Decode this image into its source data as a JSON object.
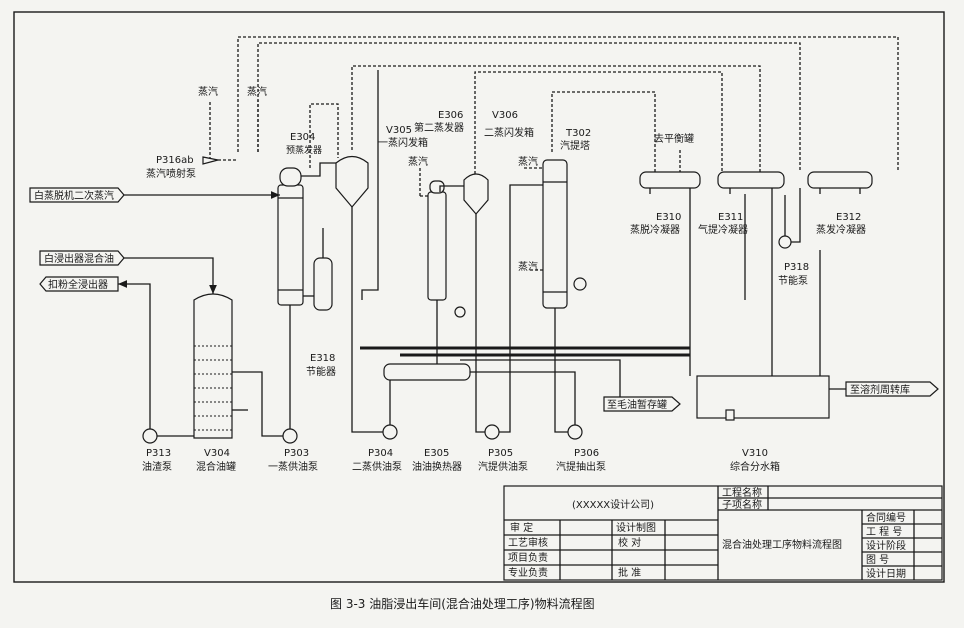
{
  "streams": {
    "white_distillation_secondary_steam": "白蒸脱机二次蒸汽",
    "white_extractor_mixed_oil": "白浸出器混合油",
    "to_whole_extractor": "扣粉全浸出器",
    "to_crude_oil_tank": "至毛油暂存罐",
    "to_solvent_tank": "至溶剂周转库"
  },
  "steam_labels": [
    "蒸汽",
    "蒸汽",
    "蒸汽",
    "蒸汽",
    "蒸汽"
  ],
  "equipment": {
    "p316ab_tag": "P316ab",
    "p316ab_name": "蒸汽喷射泵",
    "e304_tag": "E304",
    "e304_name": "预蒸发器",
    "v305_tag": "V305",
    "v305_name": "一蒸闪发箱",
    "e306_tag": "E306",
    "e306_name": "第二蒸发器",
    "v306_tag": "V306",
    "v306_name": "二蒸闪发箱",
    "t302_tag": "T302",
    "t302_name": "汽提塔",
    "balance_tank": "去平衡罐",
    "e310_tag": "E310",
    "e310_name": "蒸脱冷凝器",
    "e311_tag": "E311",
    "e311_name": "气提冷凝器",
    "e312_tag": "E312",
    "e312_name": "蒸发冷凝器",
    "p318_tag": "P318",
    "p318_name": "节能泵",
    "e318_tag": "E318",
    "e318_name": "节能器",
    "p313_tag": "P313",
    "p313_name": "油渣泵",
    "v304_tag": "V304",
    "v304_name": "混合油罐",
    "p303_tag": "P303",
    "p303_name": "一蒸供油泵",
    "p304_tag": "P304",
    "p304_name": "二蒸供油泵",
    "e305_tag": "E305",
    "e305_name": "油油换热器",
    "p305_tag": "P305",
    "p305_name": "汽提供油泵",
    "p306_tag": "P306",
    "p306_name": "汽提抽出泵",
    "v310_tag": "V310",
    "v310_name": "综合分水箱"
  },
  "title_block": {
    "company": "(XXXXX设计公司)",
    "project_name": "工程名称",
    "subitem_name": "子项名称",
    "approve": "审    定",
    "design_drawing": "设计制图",
    "process_review": "工艺审核",
    "check": "校    对",
    "project_lead": "项目负责",
    "specialty_lead": "专业负责",
    "ratify": "批    准",
    "drawing_title": "混合油处理工序物料流程图",
    "contract_no": "合同编号",
    "project_no": "工 程 号",
    "design_stage": "设计阶段",
    "drawing_no": "图    号",
    "design_date": "设计日期"
  },
  "caption": "图 3-3    油脂浸出车间(混合油处理工序)物料流程图"
}
